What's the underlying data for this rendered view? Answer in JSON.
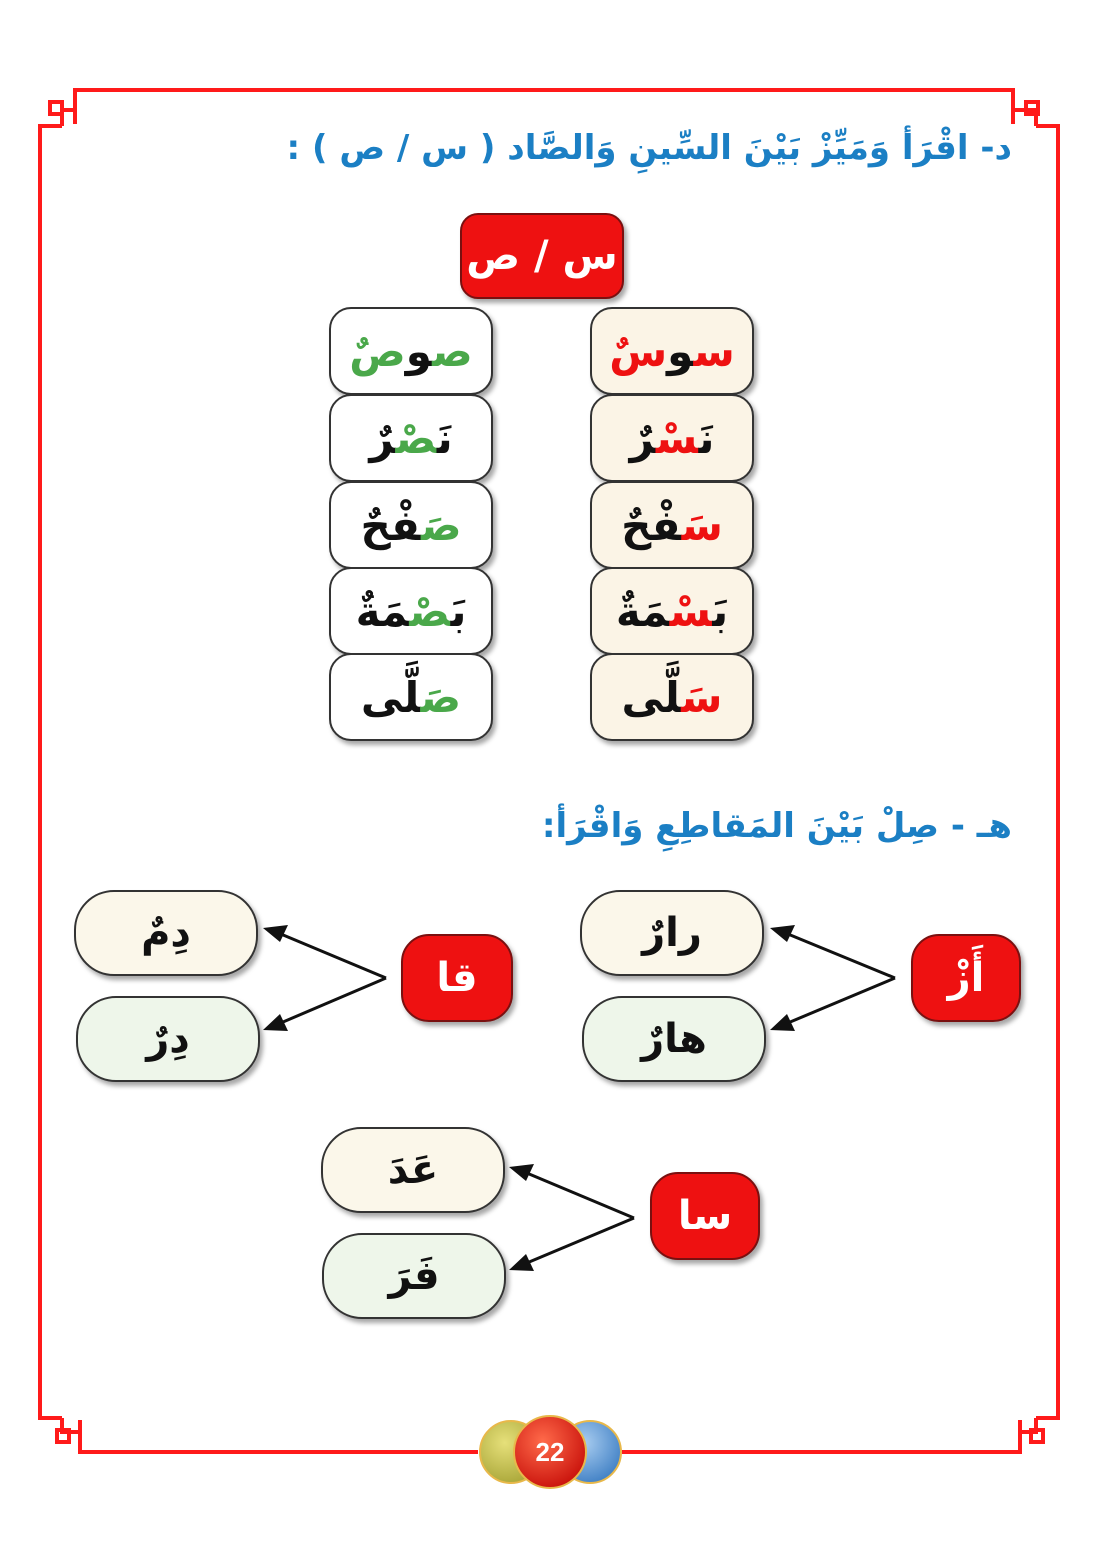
{
  "page": {
    "number": "22",
    "frame_color": "#ff1a1a",
    "heading_color": "#1b7fc4",
    "tag_color": "#ee1111"
  },
  "section_d": {
    "heading": "د- اقْرَأ وَمَيِّزْ بَيْنَ السِّينِ وَالصَّاد ( س / ص ) :",
    "tag": "س / ص",
    "sad_column": [
      {
        "before": "",
        "highlight": "ص",
        "after": "و",
        "tail_highlight": "صٌ",
        "word": "صوصٌ"
      },
      {
        "before": "نَ",
        "highlight": "صْ",
        "after": "رٌ",
        "word": "نَصْرٌ"
      },
      {
        "before": "",
        "highlight": "صَ",
        "after": "فْحٌ",
        "word": "صَفْحٌ"
      },
      {
        "before": "بَ",
        "highlight": "صْ",
        "after": "مَةٌ",
        "word": "بَصْمَةٌ"
      },
      {
        "before": "",
        "highlight": "صَ",
        "after": "لَّى",
        "word": "صَلَّى"
      }
    ],
    "sin_column": [
      {
        "before": "",
        "highlight": "س",
        "after": "و",
        "tail_highlight": "سٌ",
        "word": "سوسٌ"
      },
      {
        "before": "نَ",
        "highlight": "سْ",
        "after": "رٌ",
        "word": "نَسْرٌ"
      },
      {
        "before": "",
        "highlight": "سَ",
        "after": "فْحٌ",
        "word": "سَفْحٌ"
      },
      {
        "before": "بَ",
        "highlight": "سْ",
        "after": "مَةٌ",
        "word": "بَسْمَةٌ"
      },
      {
        "before": "",
        "highlight": "سَ",
        "after": "لَّى",
        "word": "سَلَّى"
      }
    ]
  },
  "section_h": {
    "heading": "هـ - صِلْ بَيْنَ المَقاطِعِ وَاقْرَأ:",
    "groups": [
      {
        "syllable": "أَزْ",
        "options": [
          "رارٌ",
          "هارٌ"
        ]
      },
      {
        "syllable": "قا",
        "options": [
          "دِمٌ",
          "دِرٌ"
        ]
      },
      {
        "syllable": "سا",
        "options": [
          "عَدَ",
          "فَرَ"
        ]
      }
    ]
  }
}
